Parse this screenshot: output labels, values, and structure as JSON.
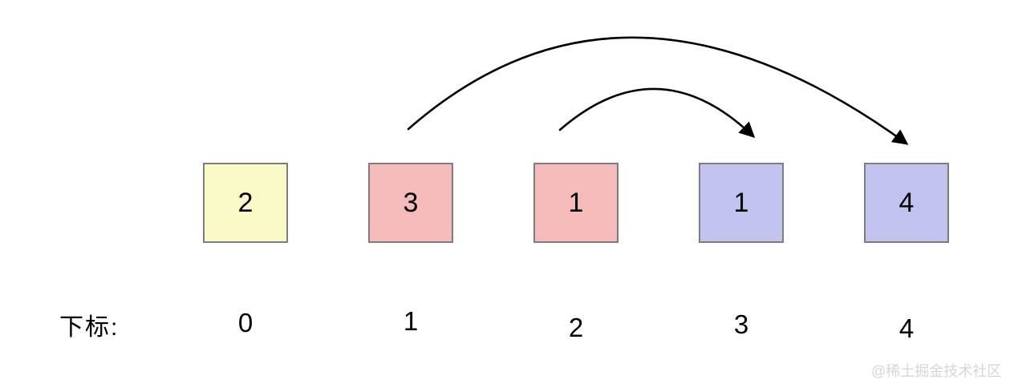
{
  "diagram": {
    "array_cells": [
      {
        "value": "2",
        "color": "#fafac8",
        "index_label": "0"
      },
      {
        "value": "3",
        "color": "#f5baba",
        "index_label": "1"
      },
      {
        "value": "1",
        "color": "#f5baba",
        "index_label": "2"
      },
      {
        "value": "1",
        "color": "#c3c3f0",
        "index_label": "3"
      },
      {
        "value": "4",
        "color": "#c3c3f0",
        "index_label": "4"
      }
    ],
    "index_row_label": "下标:",
    "arrows": [
      {
        "name": "outer-swap-arrow",
        "from_index": 1,
        "to_index": 4
      },
      {
        "name": "inner-swap-arrow",
        "from_index": 2,
        "to_index": 3
      }
    ],
    "arrow_color": "#000000",
    "watermark": "@稀土掘金技术社区"
  }
}
